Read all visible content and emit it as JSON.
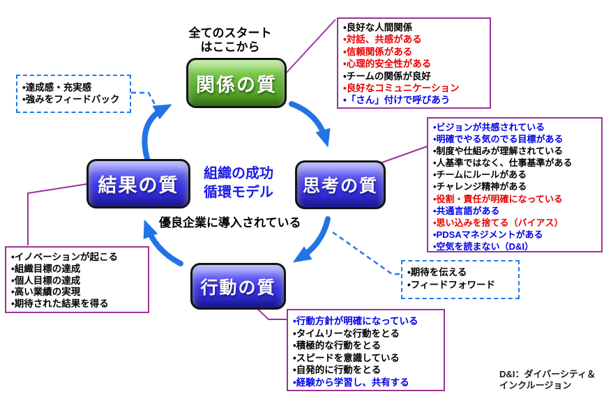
{
  "title": {
    "line1": "組織の成功",
    "line2": "循環モデル"
  },
  "subtitle": "優良企業に導入されている",
  "start_label": {
    "line1": "全てのスタート",
    "line2": "はここから"
  },
  "nodes": {
    "relation": {
      "label": "関係の質",
      "color": "#5cb42e"
    },
    "thinking": {
      "label": "思考の質",
      "color": "#3b35ea"
    },
    "action": {
      "label": "行動の質",
      "color": "#3b35ea"
    },
    "result": {
      "label": "結果の質",
      "color": "#3b35ea"
    }
  },
  "callouts": {
    "relation_box": {
      "border": "solid-purple",
      "items": [
        {
          "text": "•良好な人間関係",
          "color": "black"
        },
        {
          "text": "•対話、共感がある",
          "color": "red"
        },
        {
          "text": "•信頼関係がある",
          "color": "red"
        },
        {
          "text": "•心理的安全性がある",
          "color": "red"
        },
        {
          "text": "•チームの関係が良好",
          "color": "black"
        },
        {
          "text": "•良好なコミュニケーション",
          "color": "red"
        },
        {
          "text": "•「さん」付けで呼びあう",
          "color": "blue"
        }
      ]
    },
    "thinking_box": {
      "border": "solid-purple",
      "items": [
        {
          "text": "•ビジョンが共感されている",
          "color": "blue"
        },
        {
          "text": "•明確でやる気のでる目標がある",
          "color": "blue"
        },
        {
          "text": "•制度や仕組みが理解されている",
          "color": "black"
        },
        {
          "text": "•人基準ではなく、仕事基準がある",
          "color": "black"
        },
        {
          "text": "•チームにルールがある",
          "color": "black"
        },
        {
          "text": "•チャレンジ精神がある",
          "color": "black"
        },
        {
          "text": "•役割・責任が明確になっている",
          "color": "red"
        },
        {
          "text": "•共通言語がある",
          "color": "blue"
        },
        {
          "text": "•思い込みを捨てる（バイアス）",
          "color": "red"
        },
        {
          "text": "•PDSAマネジメントがある",
          "color": "blue"
        },
        {
          "text": "•空気を読まない（D&I）",
          "color": "blue"
        }
      ]
    },
    "action_box": {
      "border": "solid-purple",
      "items": [
        {
          "text": "•行動方針が明確になっている",
          "color": "blue"
        },
        {
          "text": "•タイムリーな行動をとる",
          "color": "black"
        },
        {
          "text": "•積極的な行動をとる",
          "color": "black"
        },
        {
          "text": "•スピードを意識している",
          "color": "black"
        },
        {
          "text": "•自発的に行動をとる",
          "color": "black"
        },
        {
          "text": "•経験から学習し、共有する",
          "color": "blue"
        }
      ]
    },
    "result_box": {
      "border": "solid-purple",
      "items": [
        {
          "text": "•イノベーションが起こる",
          "color": "black"
        },
        {
          "text": "•組織目標の達成",
          "color": "black"
        },
        {
          "text": "•個人目標の達成",
          "color": "black"
        },
        {
          "text": "•高い業績の実現",
          "color": "black"
        },
        {
          "text": "•期待された結果を得る",
          "color": "black"
        }
      ]
    },
    "feedback_box": {
      "border": "dashed-blue",
      "items": [
        {
          "text": "•達成感・充実感",
          "color": "black"
        },
        {
          "text": "•強みをフィードバック",
          "color": "black"
        }
      ]
    },
    "feedforward_box": {
      "border": "dashed-blue",
      "items": [
        {
          "text": "•期待を伝える",
          "color": "black"
        },
        {
          "text": "•フィードフォワード",
          "color": "black"
        }
      ]
    }
  },
  "footnote": {
    "line1": "D&I：ダイバーシティ＆",
    "line2": "インクルージョン"
  },
  "colors": {
    "arrow_blue": "#2273e6",
    "connector_purple": "#993399",
    "dashed_blue": "#2277ee",
    "title_blue": "#1a1ae8",
    "item_red": "#e80000",
    "item_blue": "#0000e8"
  }
}
